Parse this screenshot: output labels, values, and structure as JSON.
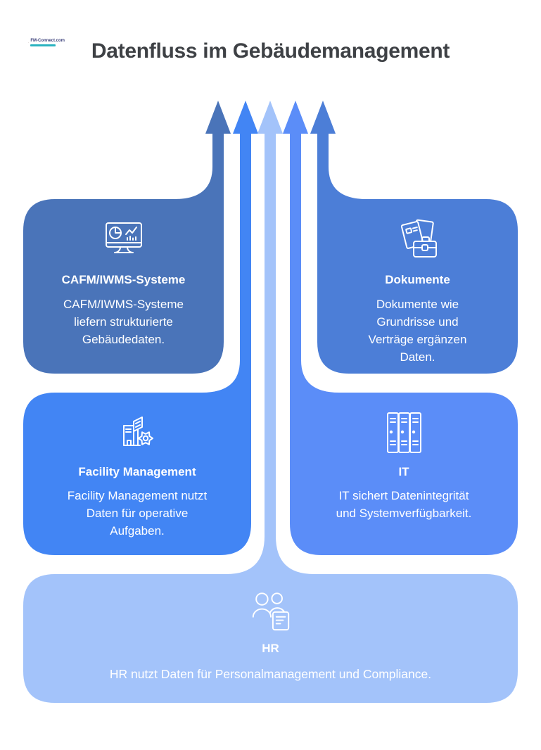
{
  "page": {
    "title": "Datenfluss im Gebäudemanagement",
    "background": "#FFFFFF",
    "title_color": "#3E4145"
  },
  "logo": {
    "text": "FM-Connect.com"
  },
  "colors": {
    "cafm": "#4A74B9",
    "facility": "#4285F4",
    "hr": "#A3C3FA",
    "it": "#5B8DF8",
    "dokumente": "#4C7ED7",
    "icon_stroke": "#FFFFFF",
    "card_text": "#FFFFFF"
  },
  "arrows": {
    "direction": "up",
    "count": 5,
    "left_to_right_sources": [
      "cafm",
      "facility",
      "hr",
      "it",
      "dokumente"
    ]
  },
  "cards": {
    "cafm": {
      "title": "CAFM/IWMS-Systeme",
      "body": [
        "CAFM/IWMS-Systeme",
        "liefern strukturierte",
        "Gebäudedaten."
      ],
      "icon": "monitor-analytics-icon"
    },
    "dokumente": {
      "title": "Dokumente",
      "body": [
        "Dokumente wie",
        "Grundrisse und",
        "Verträge ergänzen",
        "Daten."
      ],
      "icon": "documents-briefcase-icon"
    },
    "facility": {
      "title": "Facility Management",
      "body": [
        "Facility Management nutzt",
        "Daten für operative",
        "Aufgaben."
      ],
      "icon": "building-gear-icon"
    },
    "it": {
      "title": "IT",
      "body": [
        "IT sichert Datenintegrität",
        "und Systemverfügbarkeit."
      ],
      "icon": "server-racks-icon"
    },
    "hr": {
      "title": "HR",
      "body": [
        "HR nutzt Daten für Personalmanagement und Compliance."
      ],
      "icon": "people-document-icon"
    }
  }
}
